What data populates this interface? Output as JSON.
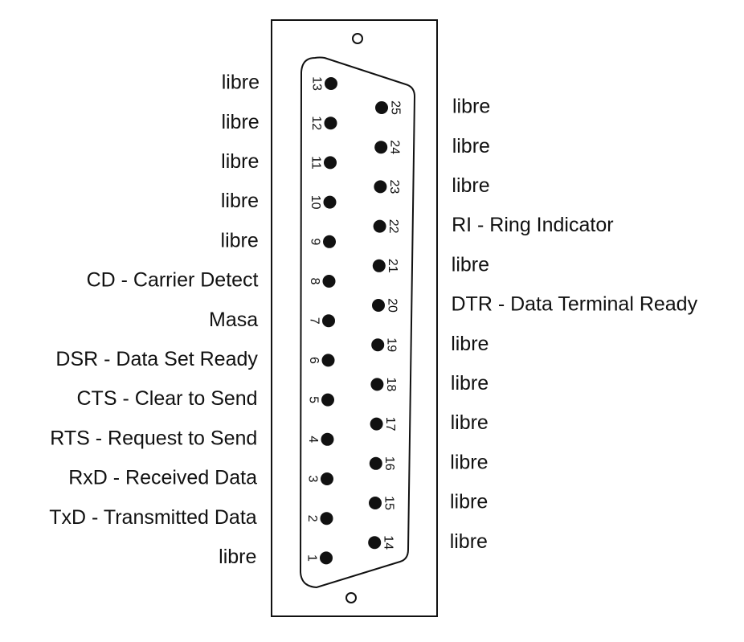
{
  "pins_left": [
    {
      "number": "13",
      "label": "libre"
    },
    {
      "number": "12",
      "label": "libre"
    },
    {
      "number": "11",
      "label": "libre"
    },
    {
      "number": "10",
      "label": "libre"
    },
    {
      "number": "9",
      "label": "libre"
    },
    {
      "number": "8",
      "label": "CD - Carrier Detect"
    },
    {
      "number": "7",
      "label": "Masa"
    },
    {
      "number": "6",
      "label": "DSR - Data Set Ready"
    },
    {
      "number": "5",
      "label": "CTS - Clear to Send"
    },
    {
      "number": "4",
      "label": "RTS - Request to Send"
    },
    {
      "number": "3",
      "label": "RxD - Received Data"
    },
    {
      "number": "2",
      "label": "TxD - Transmitted Data"
    },
    {
      "number": "1",
      "label": "libre"
    }
  ],
  "pins_right": [
    {
      "number": "25",
      "label": "libre"
    },
    {
      "number": "24",
      "label": "libre"
    },
    {
      "number": "23",
      "label": "libre"
    },
    {
      "number": "22",
      "label": "RI - Ring Indicator"
    },
    {
      "number": "21",
      "label": "libre"
    },
    {
      "number": "20",
      "label": "DTR - Data Terminal Ready"
    },
    {
      "number": "19",
      "label": "libre"
    },
    {
      "number": "18",
      "label": "libre"
    },
    {
      "number": "17",
      "label": "libre"
    },
    {
      "number": "16",
      "label": "libre"
    },
    {
      "number": "15",
      "label": "libre"
    },
    {
      "number": "14",
      "label": "libre"
    }
  ],
  "colors": {
    "ink": "#111111",
    "background": "#ffffff"
  }
}
